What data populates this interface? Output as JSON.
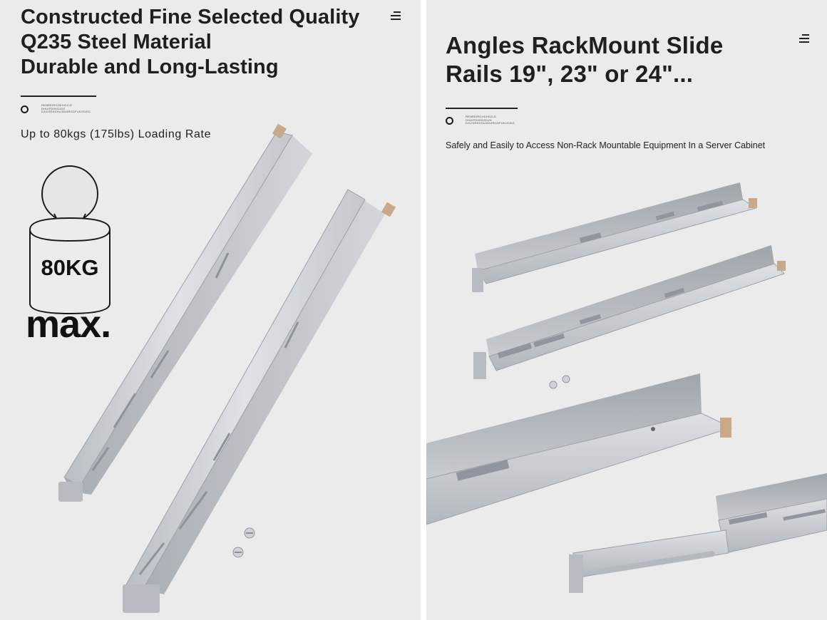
{
  "left_panel": {
    "headline_lines": [
      "Constructed Fine Selected Quality",
      "Q235 Steel Material",
      "Durable and Long-Lasting"
    ],
    "subtitle": "Up to 80kgs (175lbs) Loading Rate",
    "weight_label": "80KG",
    "max_label": "max.",
    "fine_print": "RENREIRGHDHGJLD DHUIFDHKDJDZ DJUISRKDHUJDUIRGDFUKJHJKD"
  },
  "right_panel": {
    "headline_lines": [
      "Angles RackMount Slide",
      "Rails 19\", 23\" or 24\"..."
    ],
    "subtitle": "Safely and Easily to Access Non-Rack Mountable Equipment In a Server Cabinet",
    "fine_print": "RENREIRGHDHGJLD DHUIFDHKDJDUH DJUISRKDHUJDUIRGDFUKJHJKD"
  },
  "icons": {
    "menu": "menu-icon",
    "dot": "ring-dot-icon"
  },
  "colors": {
    "background": "#ebebeb",
    "text": "#1f1f1f",
    "rail_metal": "#c9cdd2",
    "rail_shadow": "#a9adb3"
  }
}
